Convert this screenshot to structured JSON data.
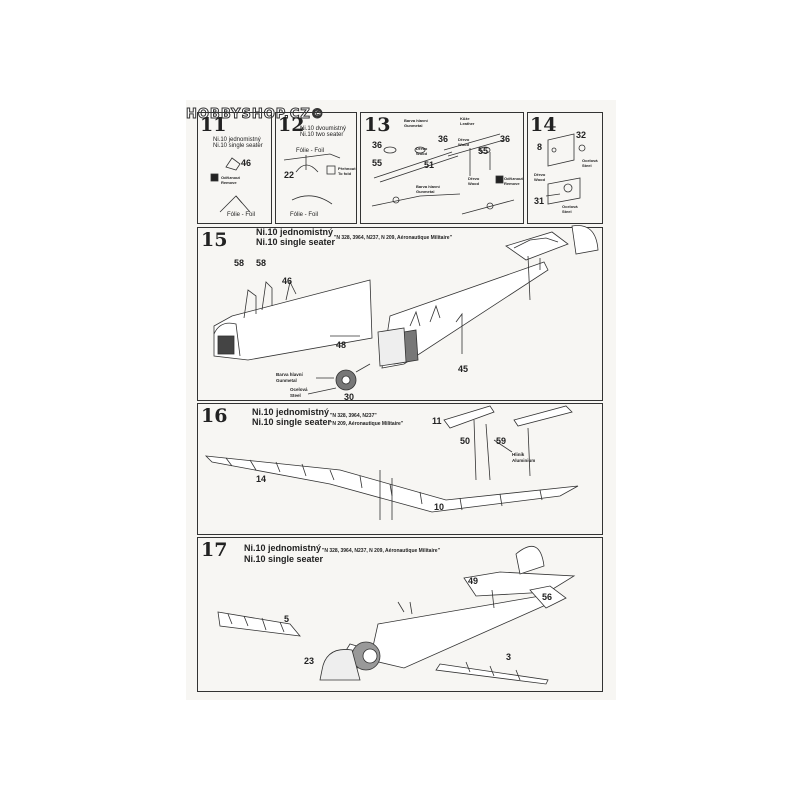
{
  "watermark": "HOBBYSHOP.CZ©",
  "steps": [
    {
      "number": "11",
      "lines": [
        "Ni.10 jednomistný",
        "Ni.10 single seater"
      ],
      "parts": [
        "46"
      ],
      "labels": [
        "Odřiznout",
        "Remove",
        "Fólie - Foil"
      ]
    },
    {
      "number": "12",
      "lines": [
        "Ni.10 dvoumistný",
        "Ni.10 two seater"
      ],
      "parts": [
        "22"
      ],
      "labels": [
        "Fólie - Foil",
        "Přehnout",
        "To fold",
        "Fólie - Foil"
      ]
    },
    {
      "number": "13",
      "parts": [
        "36",
        "55",
        "51",
        "36",
        "55",
        "36"
      ],
      "labels": [
        "Barva hlavní",
        "Gunmetal",
        "Kůže",
        "Leather",
        "Dřevo",
        "Wood",
        "Dřevo",
        "Wood",
        "Barva hlavní",
        "Gunmetal",
        "Dřevo",
        "Wood",
        "Odřiznout",
        "Remove"
      ]
    },
    {
      "number": "14",
      "parts": [
        "32",
        "8",
        "31"
      ],
      "labels": [
        "Ocelová",
        "Steel",
        "Dřevo",
        "Wood",
        "Ocelová",
        "Steel"
      ]
    },
    {
      "number": "15",
      "title": [
        "Ni.10 jednomistný",
        "Ni.10 single seater"
      ],
      "subtitle": "\"N 328, 3964, N237, N 209, Aéronautique Militaire\"",
      "parts": [
        "58",
        "58",
        "46",
        "48",
        "45",
        "30"
      ],
      "labels": [
        "Barva hlavní",
        "Gunmetal",
        "Ocelová",
        "Steel"
      ]
    },
    {
      "number": "16",
      "title": [
        "Ni.10 jednomistný",
        "Ni.10 single seater"
      ],
      "subtitle": [
        "\"N 328, 3964, N237\"",
        "\"N 209, Aéronautique Militaire\""
      ],
      "parts": [
        "11",
        "50",
        "59",
        "14",
        "10"
      ],
      "labels": [
        "Hliník",
        "Aluminium"
      ]
    },
    {
      "number": "17",
      "title": [
        "Ni.10 jednomistný",
        "Ni.10 single seater"
      ],
      "subtitle": "\"N 328, 3964, N237, N 209, Aéronautique Militaire\"",
      "parts": [
        "49",
        "56",
        "5",
        "23",
        "3"
      ]
    }
  ]
}
